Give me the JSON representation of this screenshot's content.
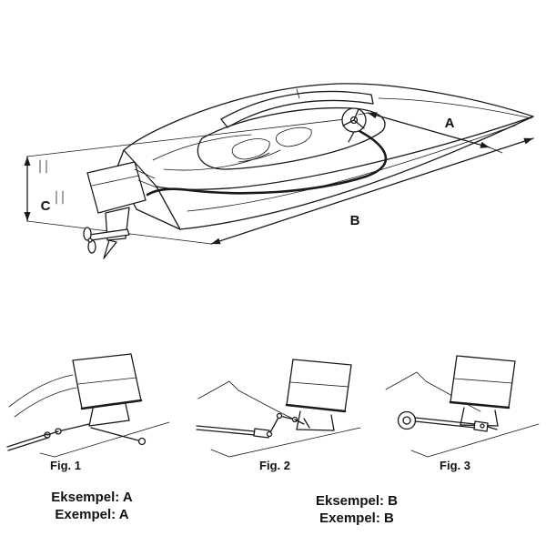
{
  "diagram": {
    "dim_a": "A",
    "dim_b": "B",
    "dim_c": "C"
  },
  "figures": {
    "fig1_caption": "Fig. 1",
    "fig2_caption": "Fig. 2",
    "fig3_caption": "Fig. 3"
  },
  "examples": {
    "a_line1": "Eksempel: A",
    "a_line2": "Exempel: A",
    "b_line1": "Eksempel: B",
    "b_line2": "Exempel: B"
  }
}
